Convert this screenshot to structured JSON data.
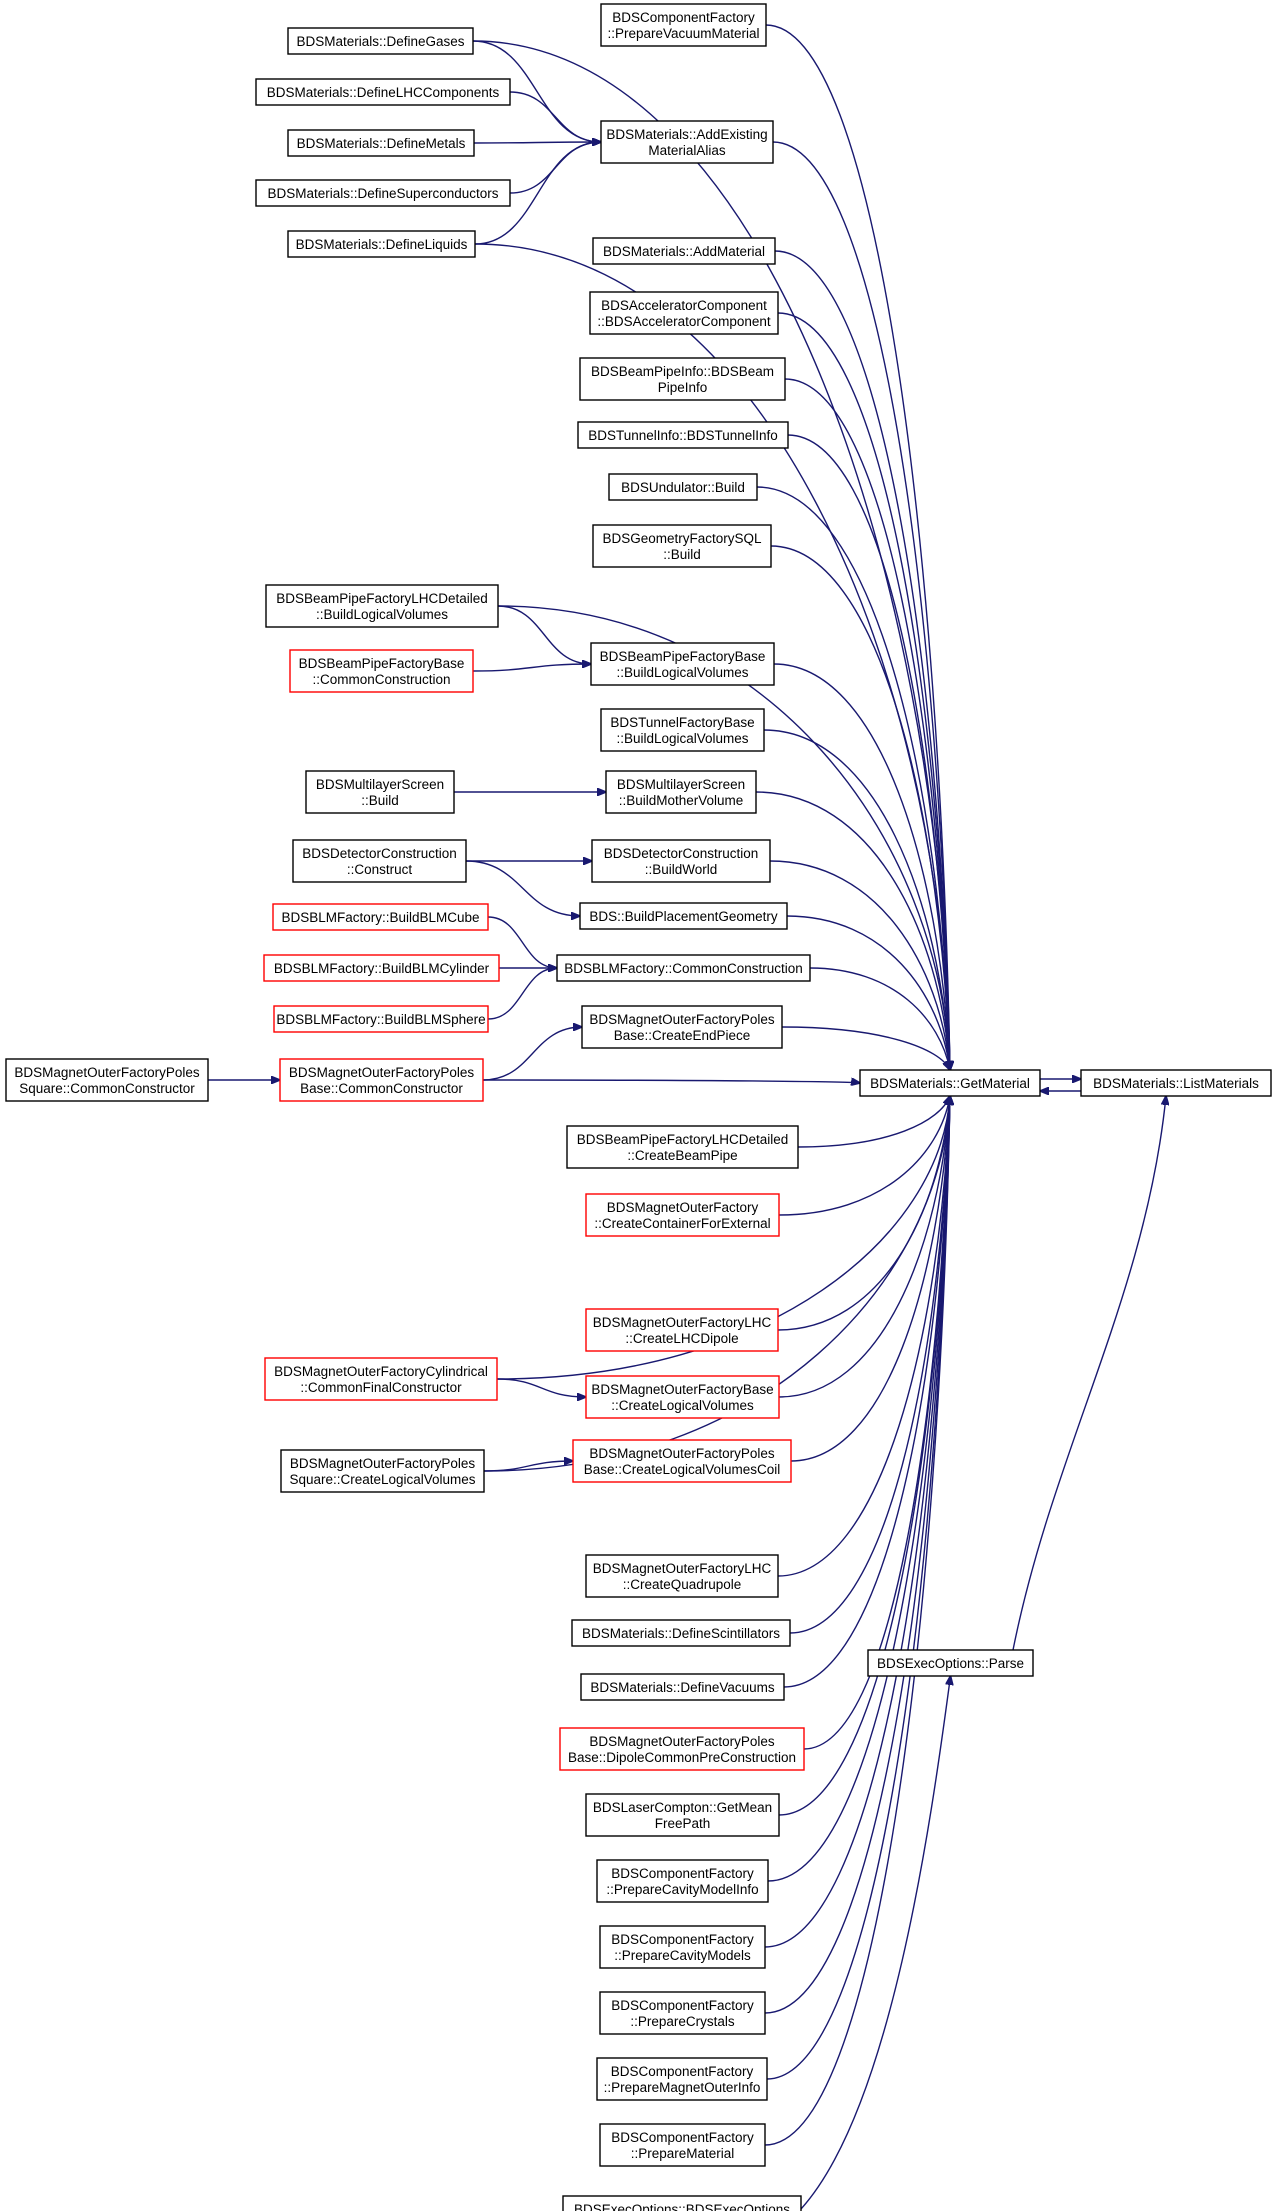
{
  "colors": {
    "edge": "#191970",
    "node_border": "#000000",
    "node_border_truncated": "#ff0000",
    "node_fill": "#ffffff",
    "focus_fill": "#bfbfbf",
    "text": "#000000"
  },
  "nodes": [
    {
      "id": "list_materials",
      "lines": [
        "BDSMaterials::ListMaterials"
      ],
      "style": "focus"
    },
    {
      "id": "get_material",
      "lines": [
        "BDSMaterials::GetMaterial"
      ],
      "style": "normal"
    },
    {
      "id": "exec_parse",
      "lines": [
        "BDSExecOptions::Parse"
      ],
      "style": "normal"
    },
    {
      "id": "exec_ctor",
      "lines": [
        "BDSExecOptions::BDSExecOptions"
      ],
      "style": "normal"
    },
    {
      "id": "prepare_vacuum",
      "lines": [
        "BDSComponentFactory",
        "::PrepareVacuumMaterial"
      ],
      "style": "normal"
    },
    {
      "id": "add_alias",
      "lines": [
        "BDSMaterials::AddExisting",
        "MaterialAlias"
      ],
      "style": "normal"
    },
    {
      "id": "define_gases",
      "lines": [
        "BDSMaterials::DefineGases"
      ],
      "style": "normal"
    },
    {
      "id": "define_lhc",
      "lines": [
        "BDSMaterials::DefineLHCComponents"
      ],
      "style": "normal"
    },
    {
      "id": "define_metals",
      "lines": [
        "BDSMaterials::DefineMetals"
      ],
      "style": "normal"
    },
    {
      "id": "define_super",
      "lines": [
        "BDSMaterials::DefineSuperconductors"
      ],
      "style": "normal"
    },
    {
      "id": "define_liquids",
      "lines": [
        "BDSMaterials::DefineLiquids"
      ],
      "style": "normal"
    },
    {
      "id": "add_material",
      "lines": [
        "BDSMaterials::AddMaterial"
      ],
      "style": "normal"
    },
    {
      "id": "acc_component",
      "lines": [
        "BDSAcceleratorComponent",
        "::BDSAcceleratorComponent"
      ],
      "style": "normal"
    },
    {
      "id": "beampipe_info",
      "lines": [
        "BDSBeamPipeInfo::BDSBeam",
        "PipeInfo"
      ],
      "style": "normal"
    },
    {
      "id": "tunnel_info",
      "lines": [
        "BDSTunnelInfo::BDSTunnelInfo"
      ],
      "style": "normal"
    },
    {
      "id": "undulator_build",
      "lines": [
        "BDSUndulator::Build"
      ],
      "style": "normal"
    },
    {
      "id": "geom_sql_build",
      "lines": [
        "BDSGeometryFactorySQL",
        "::Build"
      ],
      "style": "normal"
    },
    {
      "id": "bp_lhcdet_blv",
      "lines": [
        "BDSBeamPipeFactoryLHCDetailed",
        "::BuildLogicalVolumes"
      ],
      "style": "normal"
    },
    {
      "id": "bp_base_cc",
      "lines": [
        "BDSBeamPipeFactoryBase",
        "::CommonConstruction"
      ],
      "style": "truncated"
    },
    {
      "id": "bp_base_blv",
      "lines": [
        "BDSBeamPipeFactoryBase",
        "::BuildLogicalVolumes"
      ],
      "style": "normal"
    },
    {
      "id": "tunnel_base_blv",
      "lines": [
        "BDSTunnelFactoryBase",
        "::BuildLogicalVolumes"
      ],
      "style": "normal"
    },
    {
      "id": "ml_screen_build",
      "lines": [
        "BDSMultilayerScreen",
        "::Build"
      ],
      "style": "normal"
    },
    {
      "id": "ml_screen_bmv",
      "lines": [
        "BDSMultilayerScreen",
        "::BuildMotherVolume"
      ],
      "style": "normal"
    },
    {
      "id": "det_construct",
      "lines": [
        "BDSDetectorConstruction",
        "::Construct"
      ],
      "style": "normal"
    },
    {
      "id": "det_buildworld",
      "lines": [
        "BDSDetectorConstruction",
        "::BuildWorld"
      ],
      "style": "normal"
    },
    {
      "id": "build_placement",
      "lines": [
        "BDS::BuildPlacementGeometry"
      ],
      "style": "normal"
    },
    {
      "id": "blm_cube",
      "lines": [
        "BDSBLMFactory::BuildBLMCube"
      ],
      "style": "truncated"
    },
    {
      "id": "blm_cyl",
      "lines": [
        "BDSBLMFactory::BuildBLMCylinder"
      ],
      "style": "truncated"
    },
    {
      "id": "blm_sphere",
      "lines": [
        "BDSBLMFactory::BuildBLMSphere"
      ],
      "style": "truncated"
    },
    {
      "id": "blm_cc",
      "lines": [
        "BDSBLMFactory::CommonConstruction"
      ],
      "style": "normal"
    },
    {
      "id": "mof_poles_endpiece",
      "lines": [
        "BDSMagnetOuterFactoryPoles",
        "Base::CreateEndPiece"
      ],
      "style": "normal"
    },
    {
      "id": "mof_poles_sq_cc",
      "lines": [
        "BDSMagnetOuterFactoryPoles",
        "Square::CommonConstructor"
      ],
      "style": "normal"
    },
    {
      "id": "mof_poles_base_cc",
      "lines": [
        "BDSMagnetOuterFactoryPoles",
        "Base::CommonConstructor"
      ],
      "style": "truncated"
    },
    {
      "id": "bp_lhcdet_cbp",
      "lines": [
        "BDSBeamPipeFactoryLHCDetailed",
        "::CreateBeamPipe"
      ],
      "style": "normal"
    },
    {
      "id": "mof_container",
      "lines": [
        "BDSMagnetOuterFactory",
        "::CreateContainerForExternal"
      ],
      "style": "truncated"
    },
    {
      "id": "mof_lhc_dipole",
      "lines": [
        "BDSMagnetOuterFactoryLHC",
        "::CreateLHCDipole"
      ],
      "style": "truncated"
    },
    {
      "id": "mof_cyl_cfc",
      "lines": [
        "BDSMagnetOuterFactoryCylindrical",
        "::CommonFinalConstructor"
      ],
      "style": "truncated"
    },
    {
      "id": "mof_base_clv",
      "lines": [
        "BDSMagnetOuterFactoryBase",
        "::CreateLogicalVolumes"
      ],
      "style": "truncated"
    },
    {
      "id": "mof_poles_sq_clv",
      "lines": [
        "BDSMagnetOuterFactoryPoles",
        "Square::CreateLogicalVolumes"
      ],
      "style": "normal"
    },
    {
      "id": "mof_poles_clvc",
      "lines": [
        "BDSMagnetOuterFactoryPoles",
        "Base::CreateLogicalVolumesCoil"
      ],
      "style": "truncated"
    },
    {
      "id": "mof_lhc_quad",
      "lines": [
        "BDSMagnetOuterFactoryLHC",
        "::CreateQuadrupole"
      ],
      "style": "normal"
    },
    {
      "id": "define_scint",
      "lines": [
        "BDSMaterials::DefineScintillators"
      ],
      "style": "normal"
    },
    {
      "id": "define_vacuums",
      "lines": [
        "BDSMaterials::DefineVacuums"
      ],
      "style": "normal"
    },
    {
      "id": "mof_poles_dipole",
      "lines": [
        "BDSMagnetOuterFactoryPoles",
        "Base::DipoleCommonPreConstruction"
      ],
      "style": "truncated"
    },
    {
      "id": "laser_mfp",
      "lines": [
        "BDSLaserCompton::GetMean",
        "FreePath"
      ],
      "style": "normal"
    },
    {
      "id": "cf_cavity_info",
      "lines": [
        "BDSComponentFactory",
        "::PrepareCavityModelInfo"
      ],
      "style": "normal"
    },
    {
      "id": "cf_cavity_models",
      "lines": [
        "BDSComponentFactory",
        "::PrepareCavityModels"
      ],
      "style": "normal"
    },
    {
      "id": "cf_crystals",
      "lines": [
        "BDSComponentFactory",
        "::PrepareCrystals"
      ],
      "style": "normal"
    },
    {
      "id": "cf_magnet_outer",
      "lines": [
        "BDSComponentFactory",
        "::PrepareMagnetOuterInfo"
      ],
      "style": "normal"
    },
    {
      "id": "cf_material",
      "lines": [
        "BDSComponentFactory",
        "::PrepareMaterial"
      ],
      "style": "normal"
    }
  ],
  "edges": [
    [
      "get_material",
      "list_materials"
    ],
    [
      "list_materials",
      "get_material"
    ],
    [
      "exec_parse",
      "list_materials"
    ],
    [
      "exec_ctor",
      "exec_parse"
    ],
    [
      "prepare_vacuum",
      "get_material"
    ],
    [
      "define_gases",
      "get_material"
    ],
    [
      "define_gases",
      "add_alias"
    ],
    [
      "define_lhc",
      "add_alias"
    ],
    [
      "define_metals",
      "add_alias"
    ],
    [
      "define_super",
      "add_alias"
    ],
    [
      "define_liquids",
      "add_alias"
    ],
    [
      "define_liquids",
      "get_material"
    ],
    [
      "add_alias",
      "get_material"
    ],
    [
      "add_material",
      "get_material"
    ],
    [
      "acc_component",
      "get_material"
    ],
    [
      "beampipe_info",
      "get_material"
    ],
    [
      "tunnel_info",
      "get_material"
    ],
    [
      "undulator_build",
      "get_material"
    ],
    [
      "geom_sql_build",
      "get_material"
    ],
    [
      "bp_lhcdet_blv",
      "get_material"
    ],
    [
      "bp_lhcdet_blv",
      "bp_base_blv"
    ],
    [
      "bp_base_cc",
      "bp_base_blv"
    ],
    [
      "bp_base_blv",
      "get_material"
    ],
    [
      "tunnel_base_blv",
      "get_material"
    ],
    [
      "ml_screen_build",
      "ml_screen_bmv"
    ],
    [
      "ml_screen_bmv",
      "get_material"
    ],
    [
      "det_construct",
      "det_buildworld"
    ],
    [
      "det_construct",
      "build_placement"
    ],
    [
      "det_buildworld",
      "get_material"
    ],
    [
      "build_placement",
      "get_material"
    ],
    [
      "blm_cube",
      "blm_cc"
    ],
    [
      "blm_cyl",
      "blm_cc"
    ],
    [
      "blm_sphere",
      "blm_cc"
    ],
    [
      "blm_cc",
      "get_material"
    ],
    [
      "mof_poles_base_cc",
      "mof_poles_endpiece"
    ],
    [
      "mof_poles_endpiece",
      "get_material"
    ],
    [
      "mof_poles_sq_cc",
      "mof_poles_base_cc"
    ],
    [
      "mof_poles_base_cc",
      "get_material"
    ],
    [
      "bp_lhcdet_cbp",
      "get_material"
    ],
    [
      "mof_container",
      "get_material"
    ],
    [
      "mof_cyl_cfc",
      "get_material"
    ],
    [
      "mof_lhc_dipole",
      "get_material"
    ],
    [
      "mof_cyl_cfc",
      "mof_base_clv"
    ],
    [
      "mof_base_clv",
      "get_material"
    ],
    [
      "mof_poles_sq_clv",
      "mof_poles_clvc"
    ],
    [
      "mof_poles_sq_clv",
      "get_material"
    ],
    [
      "mof_poles_clvc",
      "get_material"
    ],
    [
      "mof_lhc_quad",
      "get_material"
    ],
    [
      "define_scint",
      "get_material"
    ],
    [
      "define_vacuums",
      "get_material"
    ],
    [
      "mof_poles_dipole",
      "get_material"
    ],
    [
      "laser_mfp",
      "get_material"
    ],
    [
      "cf_cavity_info",
      "get_material"
    ],
    [
      "cf_cavity_models",
      "get_material"
    ],
    [
      "cf_crystals",
      "get_material"
    ],
    [
      "cf_magnet_outer",
      "get_material"
    ],
    [
      "cf_material",
      "get_material"
    ]
  ]
}
